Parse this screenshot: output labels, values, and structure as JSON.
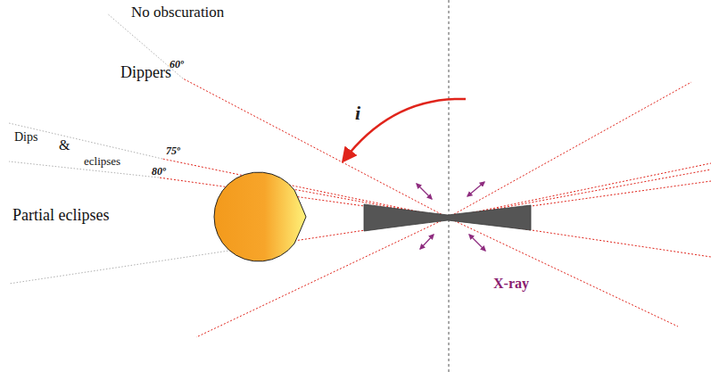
{
  "diagram": {
    "labels": [
      "No obscuration",
      "i",
      "60º",
      "Dippers",
      "Dips",
      "&",
      "eclipses",
      "75º",
      "80º",
      "Partial eclipses",
      "X-ray"
    ]
  }
}
